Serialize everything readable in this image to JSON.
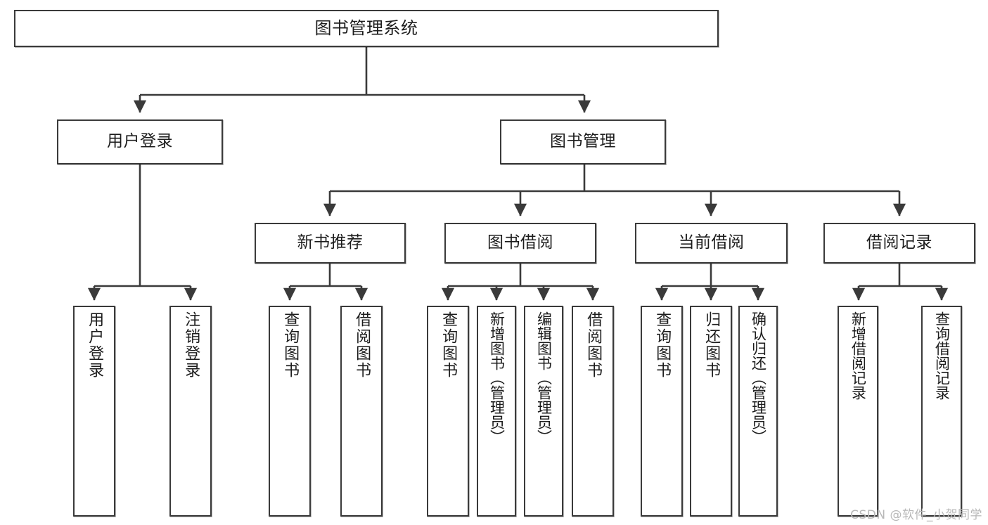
{
  "diagram": {
    "type": "tree",
    "title": "图书管理系统",
    "watermark": "CSDN @软件_小贺同学",
    "colors": {
      "box_border": "#3a3a3a",
      "box_fill": "#ffffff",
      "connector": "#3a3a3a",
      "text": "#1c1c1c",
      "watermark": "#b8b8b8"
    },
    "root": {
      "label": "图书管理系统"
    },
    "level2": [
      {
        "label": "用户登录"
      },
      {
        "label": "图书管理"
      }
    ],
    "level3": [
      {
        "label": "新书推荐"
      },
      {
        "label": "图书借阅"
      },
      {
        "label": "当前借阅"
      },
      {
        "label": "借阅记录"
      }
    ],
    "leaves": {
      "user_login": [
        {
          "label": "用户登录"
        },
        {
          "label": "注销登录"
        }
      ],
      "new_book_recommend": [
        {
          "label": "查询图书"
        },
        {
          "label": "借阅图书"
        }
      ],
      "book_borrow": [
        {
          "label": "查询图书"
        },
        {
          "label": "新增图书（管理员）"
        },
        {
          "label": "编辑图书（管理员）"
        },
        {
          "label": "借阅图书"
        }
      ],
      "current_borrow": [
        {
          "label": "查询图书"
        },
        {
          "label": "归还图书"
        },
        {
          "label": "确认归还（管理员）"
        }
      ],
      "borrow_record": [
        {
          "label": "新增借阅记录"
        },
        {
          "label": "查询借阅记录"
        }
      ]
    }
  }
}
